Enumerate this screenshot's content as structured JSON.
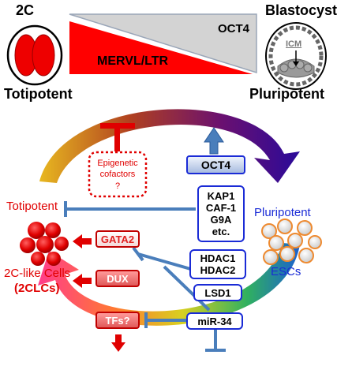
{
  "header": {
    "left_stage": "2C",
    "left_potency": "Totipotent",
    "right_stage": "Blastocyst",
    "right_potency": "Pluripotent",
    "oct4_wedge": "OCT4",
    "mervl_wedge": "MERVL/LTR",
    "icm": "ICM"
  },
  "cycle": {
    "epigenetic": [
      "Epigenetic",
      "cofactors",
      "?"
    ],
    "oct4_box": "OCT4",
    "kap1_box": [
      "KAP1",
      "CAF-1",
      "G9A",
      "etc."
    ],
    "hdac_box": [
      "HDAC1",
      "HDAC2"
    ],
    "lsd1_box": "LSD1",
    "mir34_box": "miR-34",
    "gata2": "GATA2",
    "dux": "DUX",
    "tfs": "TFs?",
    "left_totipotent": "Totipotent",
    "left_cells_line1": "2C-like Cells",
    "left_cells_line2": "(2CLCs)",
    "right_pluripotent": "Pluripotent",
    "right_escs": "ESCs"
  },
  "colors": {
    "red": "#e00000",
    "blue": "#1a2bd6",
    "steel_blue": "#4a7ebb",
    "grey_wedge": "#d0d0d0",
    "purple": "#3a0a8a"
  }
}
